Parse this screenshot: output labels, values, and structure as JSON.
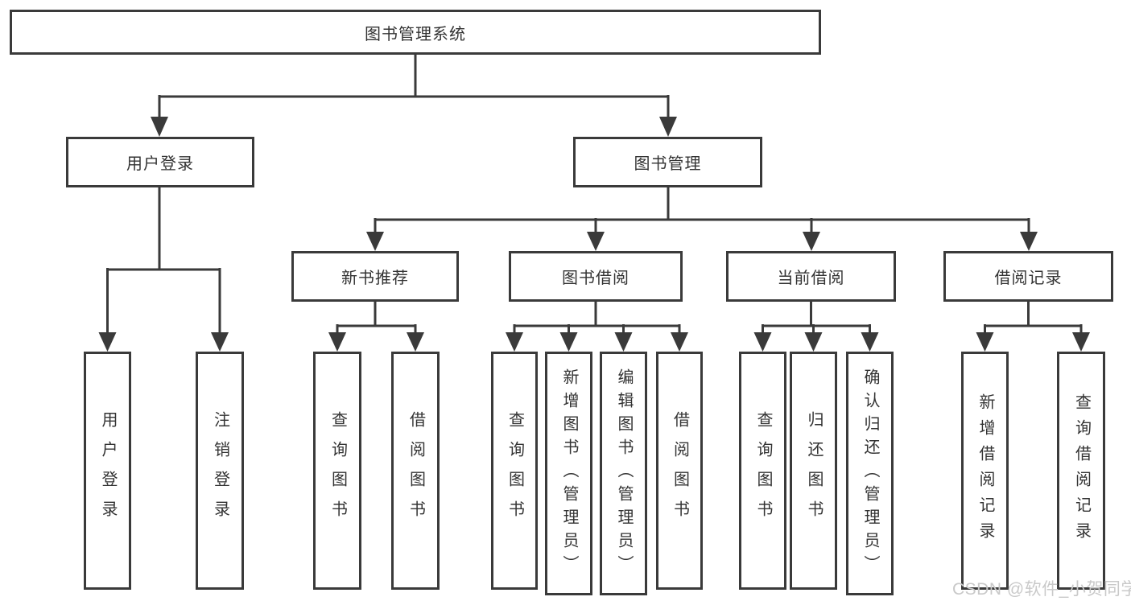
{
  "diagram": {
    "root": {
      "label": "图书管理系统"
    },
    "level2": {
      "user_login": {
        "label": "用户登录"
      },
      "book_mgmt": {
        "label": "图书管理"
      }
    },
    "level3": {
      "new_book": {
        "label": "新书推荐"
      },
      "book_borrow": {
        "label": "图书借阅"
      },
      "current_borrow": {
        "label": "当前借阅"
      },
      "borrow_record": {
        "label": "借阅记录"
      }
    },
    "leaves": {
      "user_login": [
        "用户登录",
        "注销登录"
      ],
      "new_book": [
        "查询图书",
        "借阅图书"
      ],
      "book_borrow": [
        "查询图书",
        "新增图书（管理员）",
        "编辑图书（管理员）",
        "借阅图书"
      ],
      "current_borrow": [
        "查询图书",
        "归还图书",
        "确认归还（管理员）"
      ],
      "borrow_record": [
        "新增借阅记录",
        "查询借阅记录"
      ]
    },
    "line_color": "#3a3a3a",
    "text_color": "#333333",
    "background_color": "#ffffff"
  },
  "watermark": {
    "text": "CSDN @软件_小贺同学",
    "color": "#c9c9c9"
  }
}
